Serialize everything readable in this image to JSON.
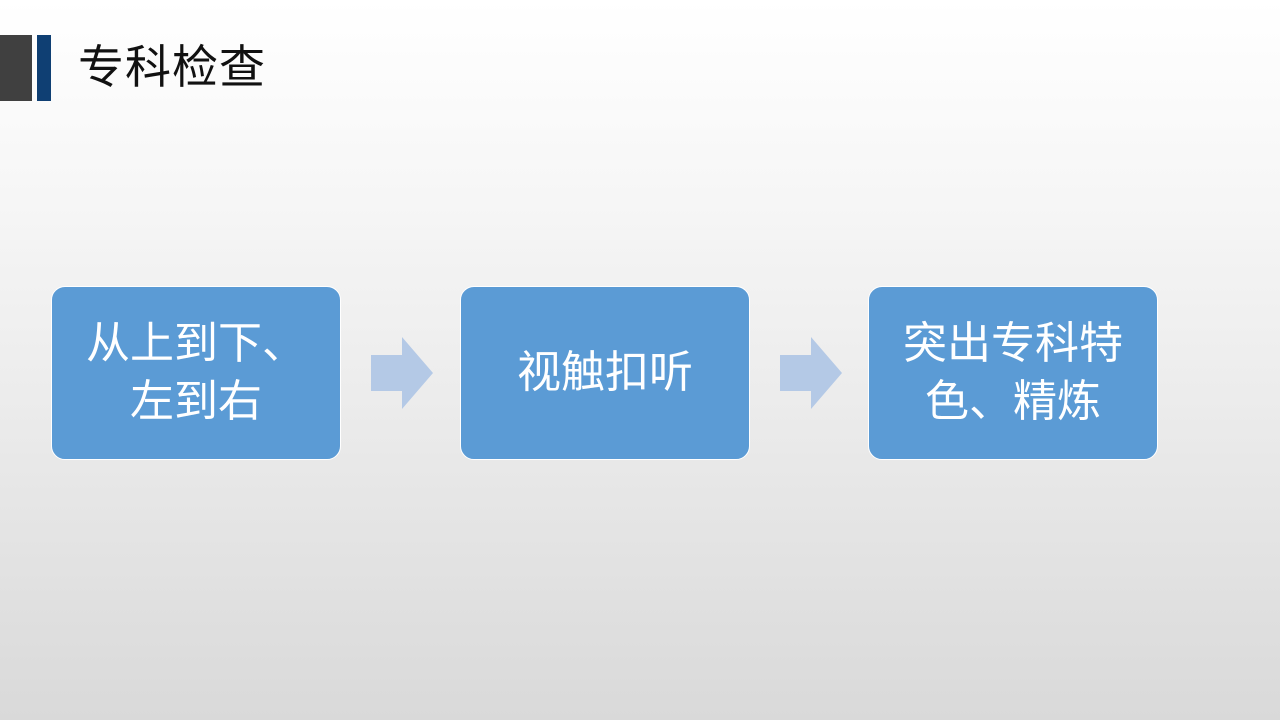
{
  "slide": {
    "title": "专科检查"
  },
  "flow": {
    "steps": [
      {
        "label": "从上到下、左到右"
      },
      {
        "label": "视触扣听"
      },
      {
        "label": "突出专科特色、精炼"
      }
    ]
  },
  "colors": {
    "box_fill": "#5b9bd5",
    "arrow_fill": "#b4c9e6",
    "accent_blue": "#0f3f73",
    "accent_dark": "#404040",
    "title_text": "#111111"
  },
  "icons": {
    "connector": "right-arrow-icon"
  }
}
